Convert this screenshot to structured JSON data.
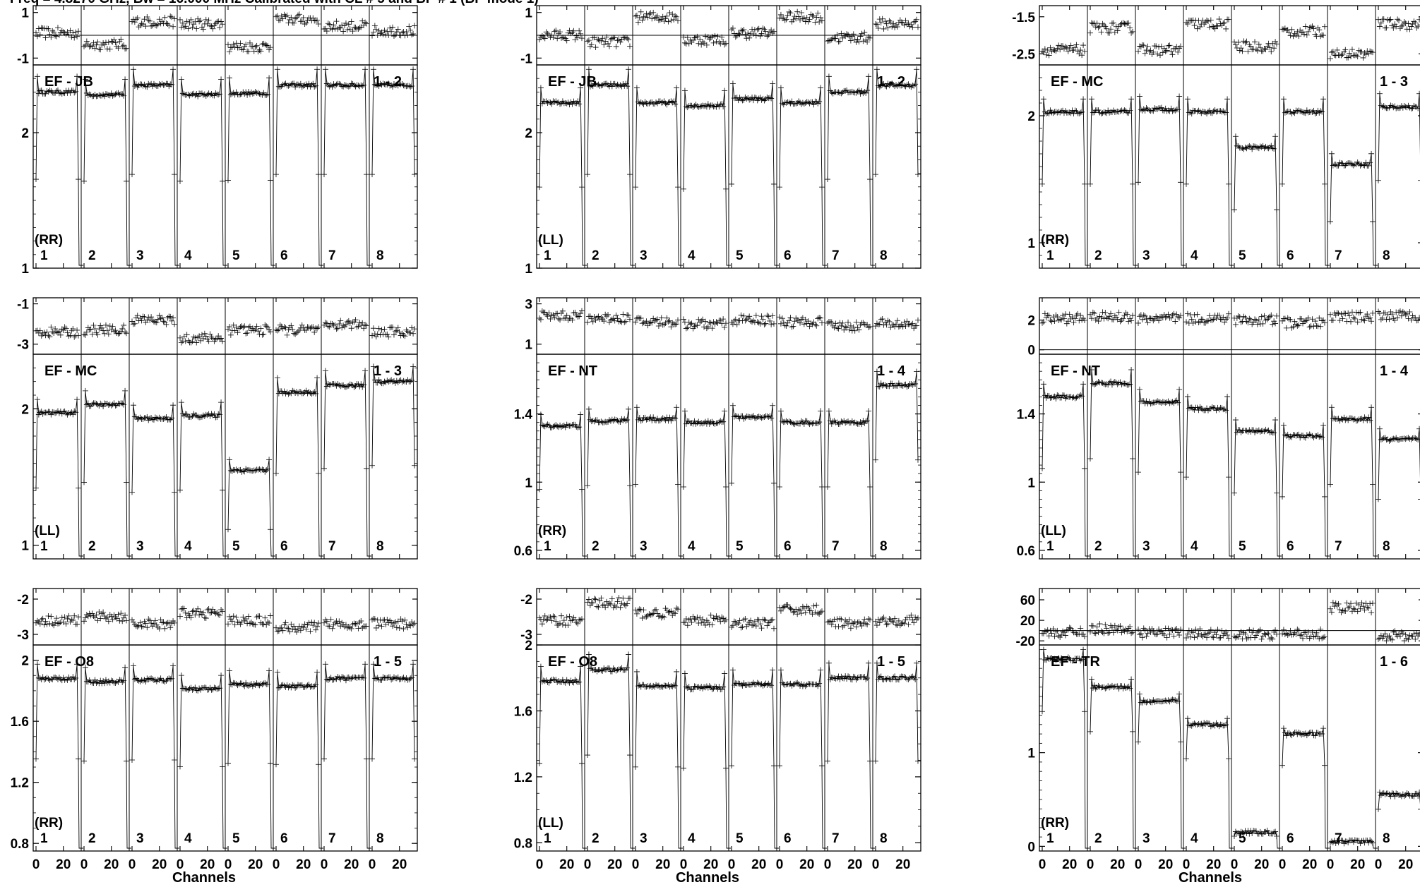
{
  "header": {
    "title": "Freq = 4.8270 GHz, Bw = 16.000 MHz  Calibrated with CL # 5 and BP # 1 (BP mode 1)"
  },
  "chart_data": [
    {
      "type": "line",
      "title": "EF - JB",
      "baseline": "1 - 2",
      "pol": "(RR)",
      "ylim": [
        1.0,
        2.5
      ],
      "y_ticks": [
        1.0,
        2.0
      ],
      "phase_ylim": [
        -1.3,
        1.3
      ],
      "phase_ticks": [
        1,
        -1
      ],
      "channel_ticks": [
        0,
        20
      ],
      "xlabel": "",
      "amp": [
        2.3,
        2.28,
        2.35,
        2.28,
        2.29,
        2.35,
        2.35,
        2.35
      ],
      "phase": [
        0.1,
        -0.4,
        0.6,
        0.5,
        -0.5,
        0.7,
        0.4,
        0.2
      ],
      "if_labels": [
        "1",
        "2",
        "3",
        "4",
        "5",
        "6",
        "7",
        "8"
      ]
    },
    {
      "type": "line",
      "title": "EF - JB",
      "baseline": "1 - 2",
      "pol": "(LL)",
      "ylim": [
        1.0,
        2.5
      ],
      "y_ticks": [
        1.0,
        2.0
      ],
      "phase_ylim": [
        -1.3,
        1.3
      ],
      "phase_ticks": [
        1,
        -1
      ],
      "channel_ticks": [
        0,
        20
      ],
      "xlabel": "",
      "amp": [
        2.22,
        2.35,
        2.22,
        2.2,
        2.25,
        2.22,
        2.3,
        2.35
      ],
      "phase": [
        0.0,
        -0.3,
        0.8,
        -0.2,
        0.1,
        0.8,
        -0.1,
        0.5
      ],
      "if_labels": [
        "1",
        "2",
        "3",
        "4",
        "5",
        "6",
        "7",
        "8"
      ]
    },
    {
      "type": "line",
      "title": "EF - MC",
      "baseline": "1 - 3",
      "pol": "(RR)",
      "ylim": [
        0.8,
        2.4
      ],
      "y_ticks": [
        1.0,
        2.0
      ],
      "phase_ylim": [
        -2.8,
        -1.2
      ],
      "phase_ticks": [
        -1.5,
        -2.5
      ],
      "channel_ticks": [
        0,
        20
      ],
      "xlabel": "",
      "amp": [
        2.03,
        2.03,
        2.05,
        2.03,
        1.75,
        2.03,
        1.62,
        2.07
      ],
      "phase": [
        -2.4,
        -1.8,
        -2.4,
        -1.7,
        -2.3,
        -1.9,
        -2.5,
        -1.7
      ],
      "if_labels": [
        "1",
        "2",
        "3",
        "4",
        "5",
        "6",
        "7",
        "8"
      ]
    },
    {
      "type": "line",
      "title": "EF - MC",
      "baseline": "1 - 3",
      "pol": "(LL)",
      "ylim": [
        0.9,
        2.4
      ],
      "y_ticks": [
        1.0,
        2.0
      ],
      "phase_ylim": [
        -3.5,
        -0.7
      ],
      "phase_ticks": [
        -1,
        -3
      ],
      "channel_ticks": [
        0,
        20
      ],
      "xlabel": "",
      "amp": [
        1.97,
        2.03,
        1.93,
        1.95,
        1.55,
        2.12,
        2.17,
        2.2
      ],
      "phase": [
        -2.4,
        -2.3,
        -1.8,
        -2.7,
        -2.3,
        -2.3,
        -2.0,
        -2.4
      ],
      "if_labels": [
        "1",
        "2",
        "3",
        "4",
        "5",
        "6",
        "7",
        "8"
      ]
    },
    {
      "type": "line",
      "title": "EF - NT",
      "baseline": "1 - 4",
      "pol": "(RR)",
      "ylim": [
        0.55,
        1.75
      ],
      "y_ticks": [
        0.6,
        1.0,
        1.4
      ],
      "phase_ylim": [
        0.5,
        3.3
      ],
      "phase_ticks": [
        3,
        1
      ],
      "channel_ticks": [
        0,
        20
      ],
      "xlabel": "",
      "amp": [
        1.33,
        1.36,
        1.37,
        1.35,
        1.38,
        1.35,
        1.35,
        1.57
      ],
      "phase": [
        2.4,
        2.3,
        2.1,
        2.0,
        2.2,
        2.1,
        1.9,
        2.0
      ],
      "if_labels": [
        "1",
        "2",
        "3",
        "4",
        "5",
        "6",
        "7",
        "8"
      ]
    },
    {
      "type": "line",
      "title": "EF - NT",
      "baseline": "1 - 4",
      "pol": "(LL)",
      "ylim": [
        0.55,
        1.75
      ],
      "y_ticks": [
        0.6,
        1.0,
        1.4
      ],
      "phase_ylim": [
        -0.3,
        3.5
      ],
      "phase_ticks": [
        2,
        0
      ],
      "channel_ticks": [
        0,
        20
      ],
      "xlabel": "",
      "amp": [
        1.5,
        1.58,
        1.47,
        1.43,
        1.3,
        1.27,
        1.37,
        1.25
      ],
      "phase": [
        2.1,
        2.2,
        2.1,
        2.1,
        2.0,
        1.8,
        2.2,
        2.3
      ],
      "if_labels": [
        "1",
        "2",
        "3",
        "4",
        "5",
        "6",
        "7",
        "8"
      ]
    },
    {
      "type": "line",
      "title": "EF - O8",
      "baseline": "1 - 5",
      "pol": "(RR)",
      "ylim": [
        0.75,
        2.1
      ],
      "y_ticks": [
        0.8,
        1.2,
        1.6,
        2.0
      ],
      "phase_ylim": [
        -3.3,
        -1.7
      ],
      "phase_ticks": [
        -2.0,
        -3.0
      ],
      "channel_ticks": [
        0,
        20
      ],
      "xlabel": "Channels",
      "amp": [
        1.88,
        1.86,
        1.87,
        1.81,
        1.84,
        1.83,
        1.88,
        1.88
      ],
      "phase": [
        -2.6,
        -2.5,
        -2.7,
        -2.4,
        -2.6,
        -2.8,
        -2.7,
        -2.7
      ],
      "if_labels": [
        "1",
        "2",
        "3",
        "4",
        "5",
        "6",
        "7",
        "8"
      ]
    },
    {
      "type": "line",
      "title": "EF - O8",
      "baseline": "1 - 5",
      "pol": "(LL)",
      "ylim": [
        0.75,
        2.0
      ],
      "y_ticks": [
        0.8,
        1.2,
        1.6,
        2.0
      ],
      "phase_ylim": [
        -3.3,
        -1.7
      ],
      "phase_ticks": [
        -2.0,
        -3.0
      ],
      "channel_ticks": [
        0,
        20
      ],
      "xlabel": "Channels",
      "amp": [
        1.78,
        1.85,
        1.75,
        1.74,
        1.76,
        1.76,
        1.8,
        1.8
      ],
      "phase": [
        -2.6,
        -2.1,
        -2.4,
        -2.6,
        -2.7,
        -2.3,
        -2.7,
        -2.6
      ],
      "if_labels": [
        "1",
        "2",
        "3",
        "4",
        "5",
        "6",
        "7",
        "8"
      ]
    },
    {
      "type": "line",
      "title": "EF - TR",
      "baseline": "1 - 6",
      "pol": "(RR)",
      "ylim": [
        -0.05,
        2.15
      ],
      "y_ticks": [
        0.0,
        1.0
      ],
      "phase_ylim": [
        -28,
        82
      ],
      "phase_ticks": [
        60,
        20,
        -20
      ],
      "channel_ticks": [
        0,
        20
      ],
      "xlabel": "Channels",
      "amp": [
        2.0,
        1.7,
        1.55,
        1.3,
        0.15,
        1.2,
        0.05,
        0.55
      ],
      "phase": [
        -4,
        4,
        -4,
        -6,
        -8,
        -6,
        45,
        -10
      ],
      "if_labels": [
        "1",
        "2",
        "3",
        "4",
        "5",
        "6",
        "7",
        "8"
      ]
    }
  ]
}
